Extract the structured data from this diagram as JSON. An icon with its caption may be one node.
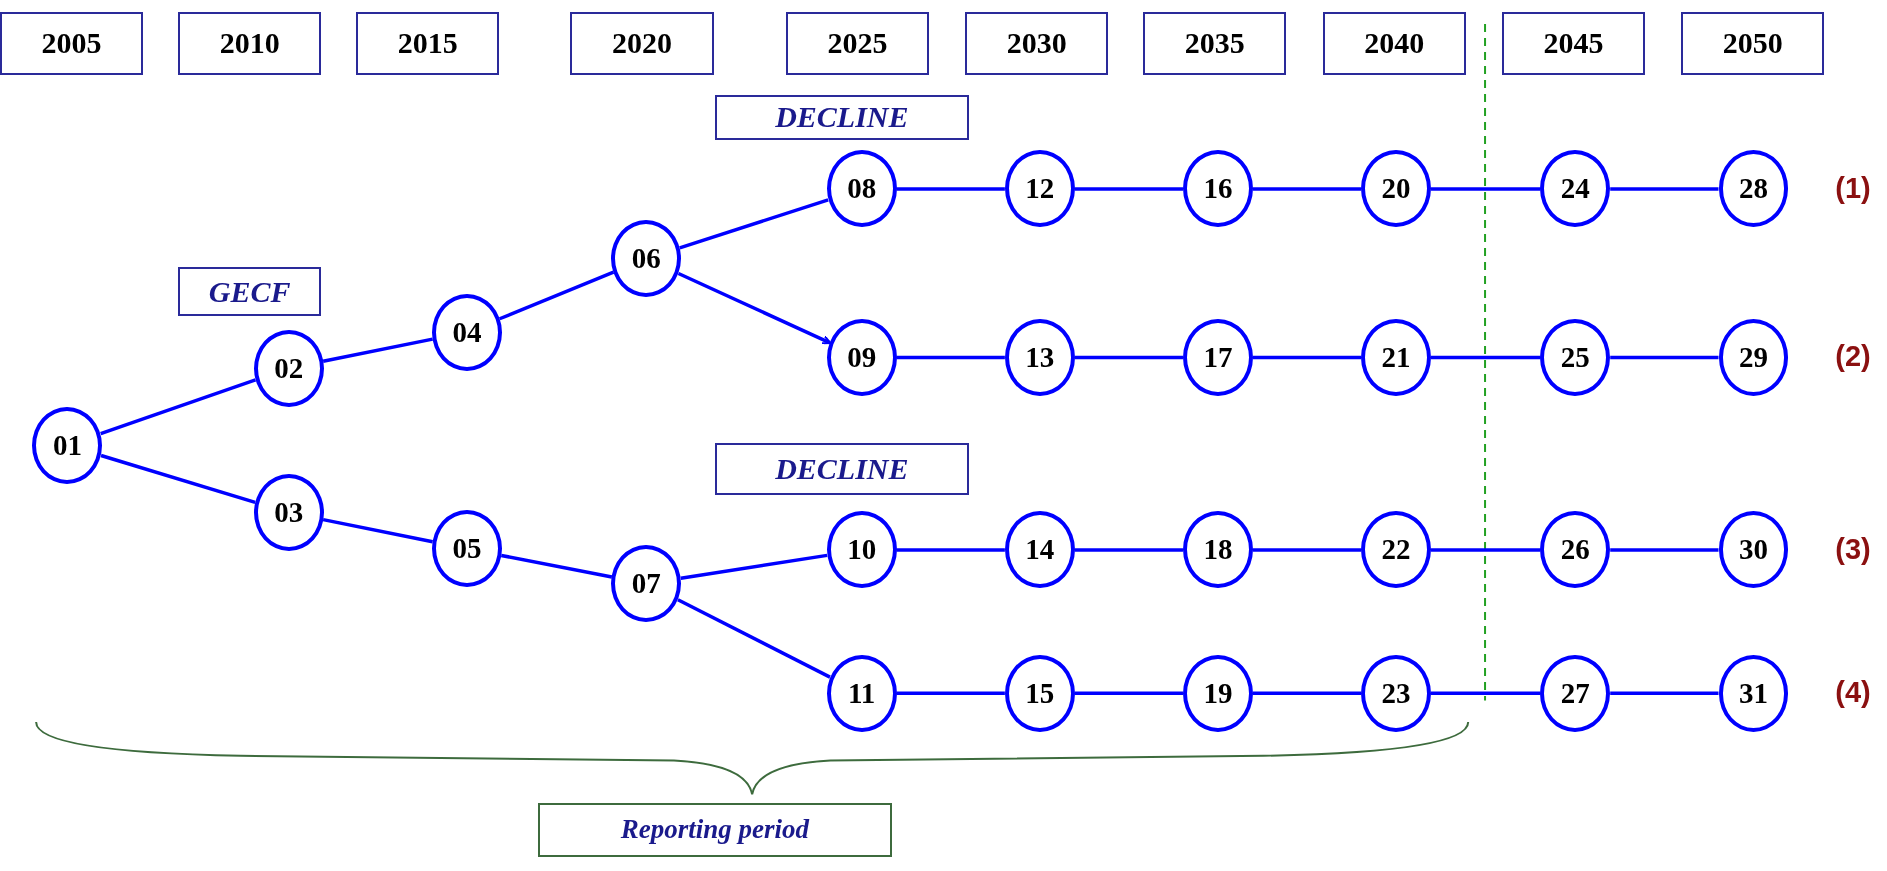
{
  "diagram": {
    "nodes": [
      {
        "text": [
          "2005"
        ]
      },
      {
        "text": [
          "2010"
        ]
      },
      {
        "text": [
          "2015"
        ]
      },
      {
        "text": [
          "2020"
        ]
      },
      {
        "text": [
          "2025"
        ]
      },
      {
        "text": [
          "2030"
        ]
      },
      {
        "text": [
          "2035"
        ]
      },
      {
        "text": [
          "2040"
        ]
      },
      {
        "text": [
          "2045"
        ]
      },
      {
        "text": [
          "2050"
        ]
      },
      {
        "text": [
          "DECLINE"
        ]
      },
      {
        "text": [
          "GECF"
        ]
      },
      {
        "text": [
          "DECLINE"
        ]
      },
      {
        "text": [
          "Reporting period"
        ]
      },
      {
        "text": [
          "01"
        ]
      },
      {
        "text": [
          "02"
        ]
      },
      {
        "text": [
          "03"
        ]
      },
      {
        "text": [
          "04"
        ]
      },
      {
        "text": [
          "05"
        ]
      },
      {
        "text": [
          "06"
        ]
      },
      {
        "text": [
          "07"
        ]
      },
      {
        "text": [
          "08"
        ]
      },
      {
        "text": [
          "09"
        ]
      },
      {
        "text": [
          "10"
        ]
      },
      {
        "text": [
          "11"
        ]
      },
      {
        "text": [
          "12"
        ]
      },
      {
        "text": [
          "13"
        ]
      },
      {
        "text": [
          "14"
        ]
      },
      {
        "text": [
          "15"
        ]
      },
      {
        "text": [
          "16"
        ]
      },
      {
        "text": [
          "17"
        ]
      },
      {
        "text": [
          "18"
        ]
      },
      {
        "text": [
          "19"
        ]
      },
      {
        "text": [
          "20"
        ]
      },
      {
        "text": [
          "21"
        ]
      },
      {
        "text": [
          "22"
        ]
      },
      {
        "text": [
          "23"
        ]
      },
      {
        "text": [
          "24"
        ]
      },
      {
        "text": [
          "25"
        ]
      },
      {
        "text": [
          "26"
        ]
      },
      {
        "text": [
          "27"
        ]
      },
      {
        "text": [
          "28"
        ]
      },
      {
        "text": [
          "29"
        ]
      },
      {
        "text": [
          "30"
        ]
      },
      {
        "text": [
          "31"
        ]
      }
    ],
    "edges": [
      {
        "from": 14,
        "to": 15,
        "arrow": "none"
      },
      {
        "from": 14,
        "to": 16,
        "arrow": "none"
      },
      {
        "from": 15,
        "to": 17,
        "arrow": "none"
      },
      {
        "from": 16,
        "to": 18,
        "arrow": "none"
      },
      {
        "from": 17,
        "to": 19,
        "arrow": "none"
      },
      {
        "from": 18,
        "to": 20,
        "arrow": "none"
      },
      {
        "from": 19,
        "to": 21,
        "arrow": "none"
      },
      {
        "from": 19,
        "to": 22,
        "arrow": "to"
      },
      {
        "from": 20,
        "to": 23,
        "arrow": "none"
      },
      {
        "from": 20,
        "to": 24,
        "arrow": "none"
      },
      {
        "from": 21,
        "to": 25,
        "arrow": "none"
      },
      {
        "from": 25,
        "to": 29,
        "arrow": "none"
      },
      {
        "from": 29,
        "to": 33,
        "arrow": "none"
      },
      {
        "from": 33,
        "to": 37,
        "arrow": "none"
      },
      {
        "from": 37,
        "to": 41,
        "arrow": "none"
      },
      {
        "from": 22,
        "to": 26,
        "arrow": "none"
      },
      {
        "from": 26,
        "to": 30,
        "arrow": "none"
      },
      {
        "from": 30,
        "to": 34,
        "arrow": "none"
      },
      {
        "from": 34,
        "to": 38,
        "arrow": "none"
      },
      {
        "from": 38,
        "to": 42,
        "arrow": "none"
      },
      {
        "from": 23,
        "to": 27,
        "arrow": "none"
      },
      {
        "from": 27,
        "to": 31,
        "arrow": "none"
      },
      {
        "from": 31,
        "to": 35,
        "arrow": "none"
      },
      {
        "from": 35,
        "to": 39,
        "arrow": "none"
      },
      {
        "from": 39,
        "to": 43,
        "arrow": "none"
      },
      {
        "from": 24,
        "to": 28,
        "arrow": "none"
      },
      {
        "from": 28,
        "to": 32,
        "arrow": "none"
      },
      {
        "from": 32,
        "to": 36,
        "arrow": "none"
      },
      {
        "from": 36,
        "to": 40,
        "arrow": "none"
      },
      {
        "from": 40,
        "to": 44,
        "arrow": "none"
      }
    ],
    "labels": [
      "(1)",
      "(2)",
      "(3)",
      "(4)"
    ]
  }
}
